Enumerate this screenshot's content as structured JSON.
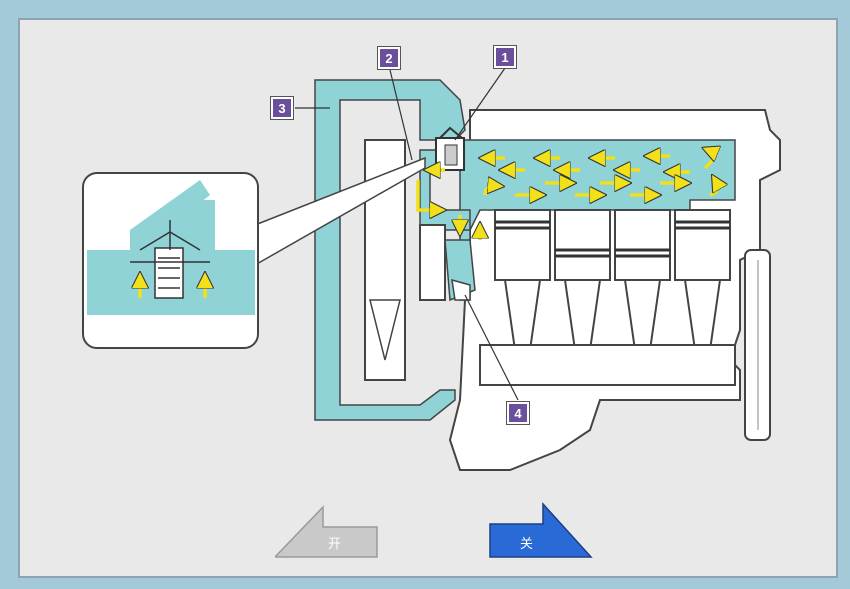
{
  "callouts": {
    "c1": "1",
    "c2": "2",
    "c3": "3",
    "c4": "4"
  },
  "buttons": {
    "open_label": "开",
    "close_label": "关"
  },
  "colors": {
    "coolant": "#8fd3d6",
    "arrow": "#f2e01a",
    "callout": "#6a4f9a",
    "close_button": "#2a6ad6",
    "open_button": "#c9c9c9"
  },
  "icons": {
    "thermostat_detail": "thermostat-detail-icon"
  }
}
